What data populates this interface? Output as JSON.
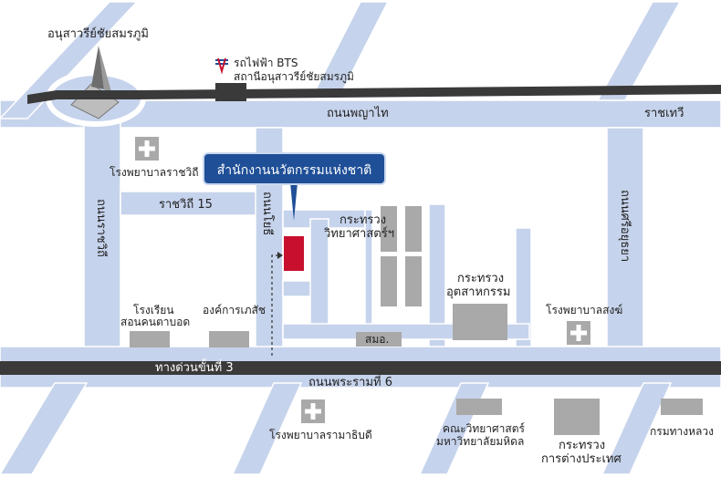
{
  "landmark": {
    "monument": "อนุสาวรีย์ชัยสมรภูมิ",
    "bts_line1": "รถไฟฟ้า BTS",
    "bts_line2": "สถานีอนุสาวรีย์ชัยสมรภูมิ"
  },
  "target": {
    "label": "สำนักงานนวัตกรรมแห่งชาติ"
  },
  "roads": {
    "phaya_thai": "ถนนพญาไท",
    "ratchathewi": "ราชเทวี",
    "ratchawithi15": "ราชวิถี 15",
    "phetchaburi_left": "ถนนราชวิถี",
    "soi_road": "ถนนโยธี",
    "sri_ayutthaya": "ถนนศรีอยุธยา",
    "expressway": "ทางด่วนขั้นที่ 3",
    "rama6": "ถนนพระรามที่ 6"
  },
  "places": {
    "rajavithi_hospital": "โรงพยาบาลราชวิถี",
    "school_blind_1": "โรงเรียน",
    "school_blind_2": "สอนคนตาบอด",
    "gpo": "องค์การเภสัช",
    "ministry_sci_1": "กระทรวง",
    "ministry_sci_2": "วิทยาศาสตร์ฯ",
    "ministry_ind_1": "กระทรวง",
    "ministry_ind_2": "อุตสาหกรรม",
    "tisi": "สมอ.",
    "priest_hospital": "โรงพยาบาลสงฆ์",
    "rama_hospital": "โรงพยาบาลรามาธิบดี",
    "mahidol_1": "คณะวิทยาศาสตร์",
    "mahidol_2": "มหาวิทยาลัยมหิดล",
    "mfa_1": "กระทรวง",
    "mfa_2": "การต่างประเทศ",
    "highways_dept": "กรมทางหลวง"
  },
  "colors": {
    "road": "#c6d3ec",
    "main_road": "#3a3a3a",
    "building": "#a9a9a9",
    "target": "#c8102e",
    "callout": "#1f4f97"
  }
}
